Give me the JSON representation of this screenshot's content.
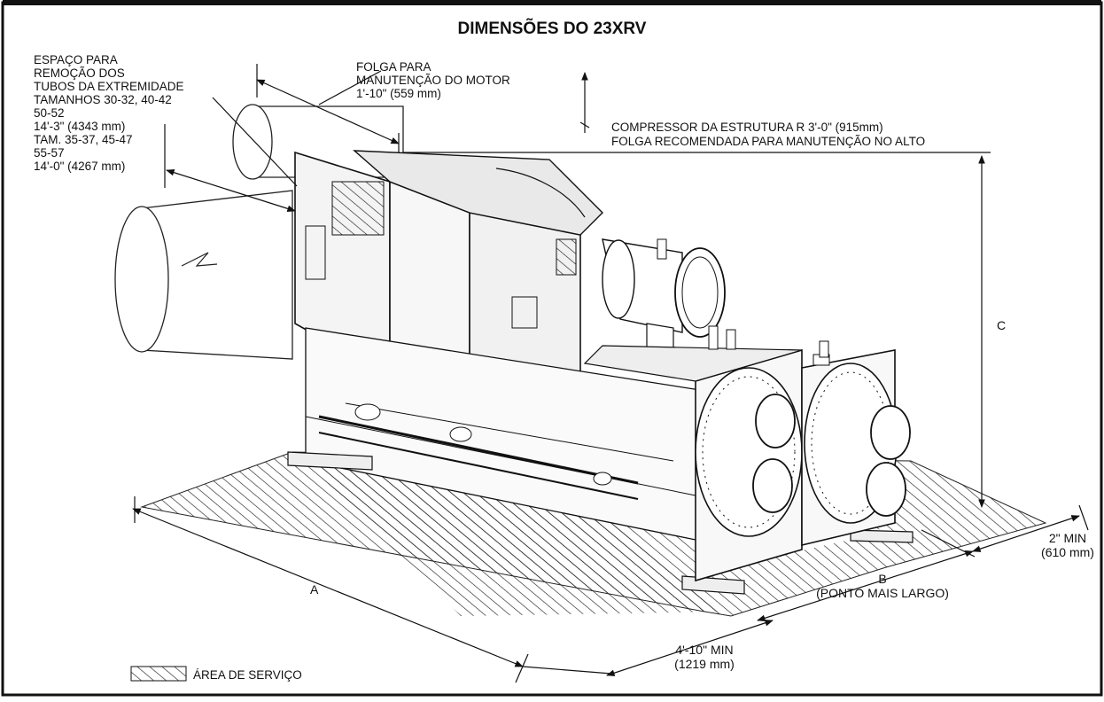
{
  "title": "DIMENSÕES DO 23XRV",
  "tube_removal": {
    "lines": [
      "ESPAÇO PARA",
      "REMOÇÃO DOS",
      "TUBOS DA EXTREMIDADE",
      "TAMANHOS 30-32, 40-42",
      "50-52",
      "14'-3\" (4343 mm)",
      "TAM. 35-37, 45-47",
      "55-57",
      "14'-0\" (4267 mm)"
    ]
  },
  "motor_clearance": {
    "lines": [
      "FOLGA PARA",
      "MANUTENÇÃO DO MOTOR",
      "1'-10\" (559 mm)"
    ]
  },
  "overhead_clearance": {
    "lines": [
      "COMPRESSOR DA ESTRUTURA R 3'-0\" (915mm)",
      "FOLGA RECOMENDADA PARA MANUTENÇÃO NO ALTO"
    ]
  },
  "dim_a": "A",
  "dim_b": {
    "lines": [
      "B",
      "(PONTO MAIS LARGO)"
    ]
  },
  "dim_c": "C",
  "min_2": {
    "lines": [
      "2\" MIN",
      "(610 mm)"
    ]
  },
  "min_4_10": {
    "lines": [
      "4'-10\" MIN",
      "(1219 mm)"
    ]
  },
  "legend": {
    "label": "ÁREA DE SERVIÇO"
  }
}
